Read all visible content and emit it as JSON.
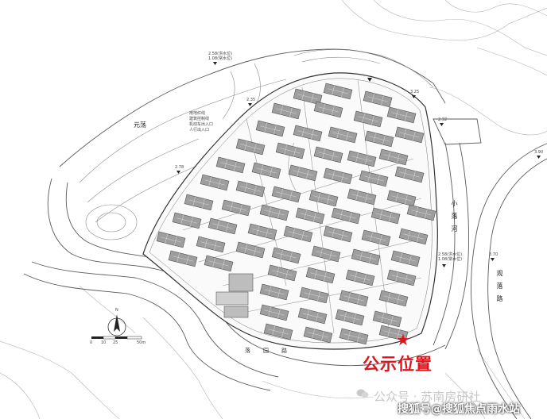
{
  "map": {
    "district_label": "元荡",
    "river_label": "小落河",
    "road_east_label": "观落路",
    "road_south_label": "落园路",
    "elev_top_1": "2.58(洪水位)",
    "elev_top_2": "1.08(常水位)",
    "elev_right_1": "2.58(洪水位)",
    "elev_right_2": "1.08(常水位)",
    "spot_1": "2.35",
    "spot_2": "3.25",
    "spot_3": "2.32",
    "spot_4": "2.78",
    "spot_5": "3.90",
    "spot_6": "3.70",
    "legend_1": "用地红线",
    "legend_2": "建筑控制线",
    "legend_3": "机动车出入口",
    "legend_4": "人行出入口",
    "scale_ticks": [
      "0",
      "10",
      "25",
      "50m"
    ],
    "north_label": "N",
    "marker_title": "公示位置",
    "watermark_source": "公众号 · 苏南房研社",
    "watermark_site": "搜狐号@搜狐焦点雨水站"
  },
  "colors": {
    "marker": "#e3131b",
    "building": "#9e9e9e",
    "linework": "#6d6d6d"
  }
}
